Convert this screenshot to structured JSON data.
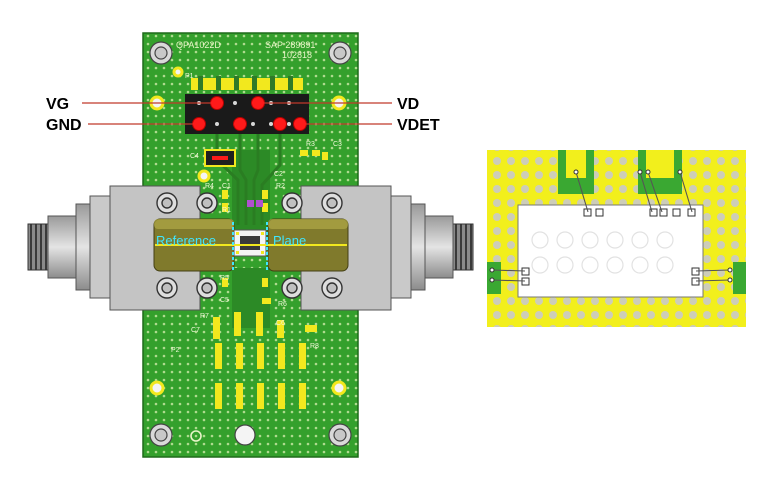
{
  "board": {
    "part_number": "QPA1022D",
    "sap_number": "SAP 289891",
    "date_code": "102818",
    "p1": "P1",
    "p2": "P2"
  },
  "pins": {
    "vg": "VG",
    "vd": "VD",
    "gnd": "GND",
    "vdet": "VDET"
  },
  "reference_plane": {
    "left": "Reference",
    "right": "Plane"
  },
  "components": {
    "c1": "C1",
    "c2": "C2",
    "c3": "C3",
    "c4": "C4",
    "c5": "C5",
    "c6": "C6",
    "c7": "C7",
    "r1": "R1",
    "r2": "R2",
    "r3": "R3",
    "r4": "R4",
    "r5": "R5",
    "r6": "R6",
    "r7": "R7",
    "r8": "R8"
  },
  "colors": {
    "board_green": "#3aa832",
    "pin_red": "#ff1a1a",
    "gold": "#f2e81e",
    "reference_plane": "#3fe6ff"
  }
}
